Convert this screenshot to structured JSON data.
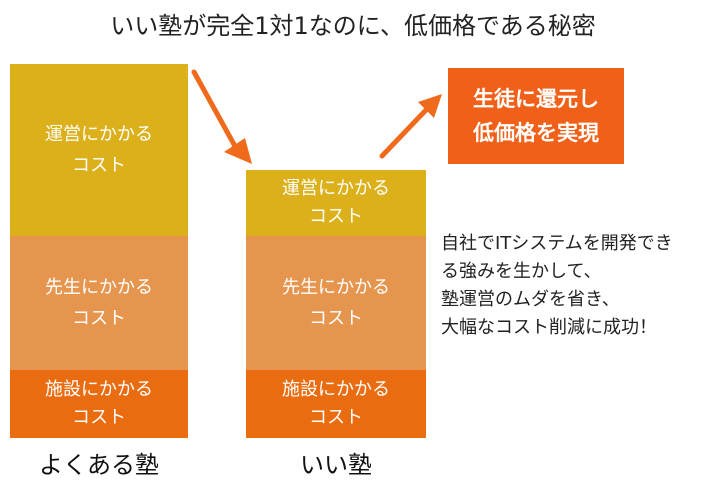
{
  "title": "いい塾が完全1対1なのに、低価格である秘密",
  "colors": {
    "operation": "#dcb01a",
    "teacher": "#e6954f",
    "facility": "#ea6c10",
    "arrow": "#f06a1c",
    "cta": "#f06018"
  },
  "left_column": {
    "label": "よくある塾",
    "blocks": [
      {
        "key": "operation",
        "text": "運営にかかる\nコスト"
      },
      {
        "key": "teacher",
        "text": "先生にかかる\nコスト"
      },
      {
        "key": "facility",
        "text": "施設にかかる\nコスト"
      }
    ]
  },
  "right_column": {
    "label": "いい塾",
    "blocks": [
      {
        "key": "operation",
        "text": "運営にかかる\nコスト"
      },
      {
        "key": "teacher",
        "text": "先生にかかる\nコスト"
      },
      {
        "key": "facility",
        "text": "施設にかかる\nコスト"
      }
    ]
  },
  "cta": {
    "text": "生徒に還元し\n低価格を実現"
  },
  "description": "自社でITシステムを開発でき\nる強みを生かして、\n塾運営のムダを省き、\n大幅なコスト削減に成功！"
}
